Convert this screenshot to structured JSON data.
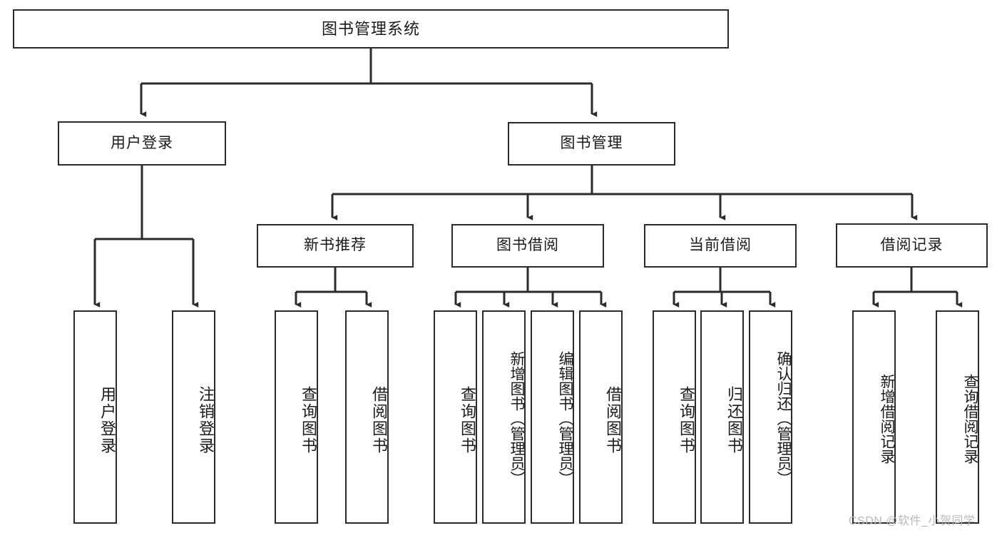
{
  "diagram": {
    "title": "图书管理系统",
    "type": "tree-hierarchy-chart",
    "stroke_color": "#2b2b2b",
    "background_color": "#ffffff",
    "text_color": "#1a1a1a"
  },
  "watermark": {
    "text": "CSDN @软件_小贺同学",
    "color": "#b9b9b9"
  },
  "nodes": {
    "root": {
      "label": "图书管理系统"
    },
    "level1": [
      {
        "label": "用户登录"
      },
      {
        "label": "图书管理"
      }
    ],
    "level2": [
      {
        "label": "新书推荐"
      },
      {
        "label": "图书借阅"
      },
      {
        "label": "当前借阅"
      },
      {
        "label": "借阅记录"
      }
    ],
    "leaves_user_login": [
      {
        "label": "用户登录"
      },
      {
        "label": "注销登录"
      }
    ],
    "leaves_new_book": [
      {
        "label": "查询图书"
      },
      {
        "label": "借阅图书"
      }
    ],
    "leaves_borrow": [
      {
        "label": "查询图书"
      },
      {
        "label": "新增图书（管理员）"
      },
      {
        "label": "编辑图书（管理员）"
      },
      {
        "label": "借阅图书"
      }
    ],
    "leaves_current": [
      {
        "label": "查询图书"
      },
      {
        "label": "归还图书"
      },
      {
        "label": "确认归还（管理员）"
      }
    ],
    "leaves_records": [
      {
        "label": "新增借阅记录"
      },
      {
        "label": "查询借阅记录"
      }
    ]
  }
}
